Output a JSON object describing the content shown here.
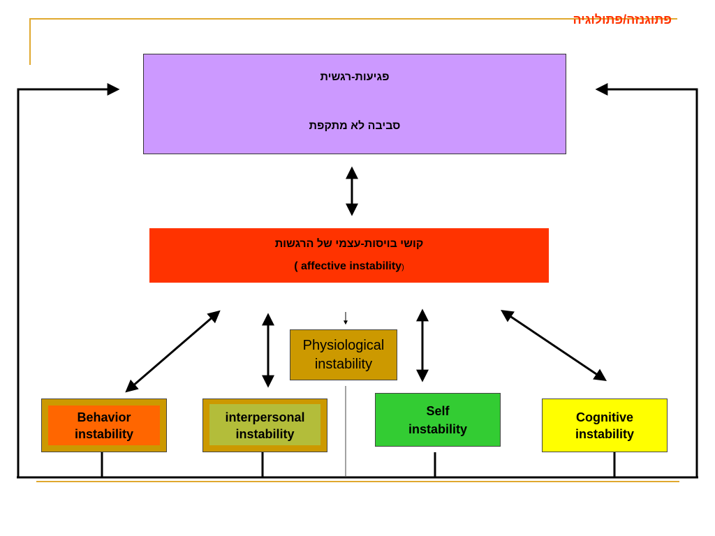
{
  "header": {
    "title": "פתוגנזה/פתולוגיה"
  },
  "top_box": {
    "line1": "פגיעות-רגשית",
    "line2": "סביבה לא מתקפת"
  },
  "core_box": {
    "line1": "קושי בויסות-עצמי של הרגשות",
    "line2": "( affective instability",
    "line2_suffix": ")"
  },
  "boxes": {
    "physiological": {
      "line1": "Physiological",
      "line2": "instability"
    },
    "behavior": {
      "line1": "Behavior",
      "line2": "instability"
    },
    "interpersonal": {
      "line1": "interpersonal",
      "line2": "instability"
    },
    "self": {
      "line1": "Self",
      "line2": "instability"
    },
    "cognitive": {
      "line1": "Cognitive",
      "line2": "instability"
    }
  },
  "colors": {
    "title": "#ff3300",
    "top_box": "#cc99ff",
    "core_box": "#ff3300",
    "physiological": "#cc9900",
    "behavior": "#ff6600",
    "interpersonal": "#b3bd3a",
    "self": "#33cc33",
    "cognitive": "#ffff00",
    "frame_line": "#e0a82e"
  }
}
